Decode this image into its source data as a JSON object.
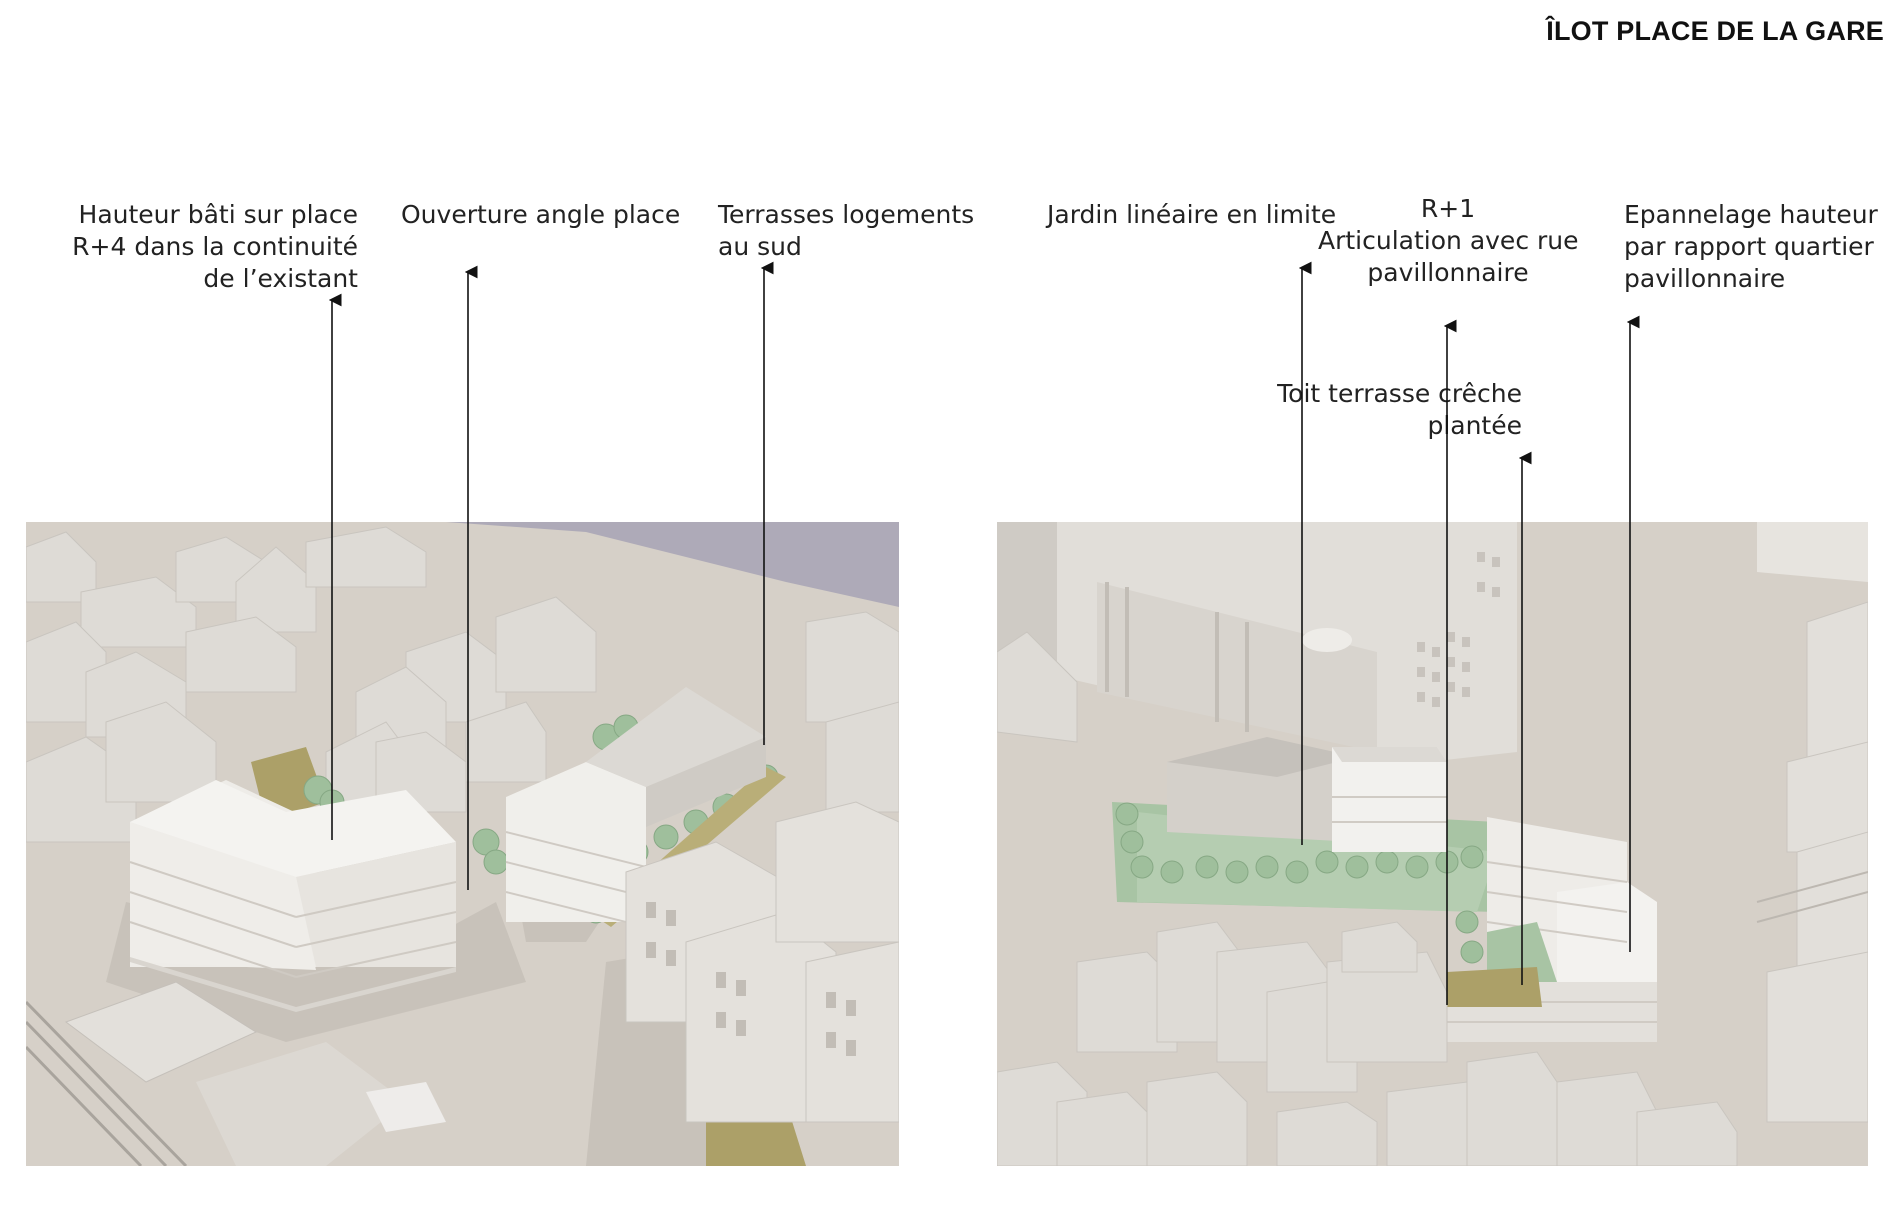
{
  "title": "ÎLOT PLACE DE LA GARE",
  "annotations": [
    {
      "id": "hauteur",
      "lines": [
        "Hauteur bâti sur place",
        "R+4 dans la continuité",
        "de l’existant"
      ]
    },
    {
      "id": "ouverture",
      "lines": [
        "Ouverture angle place"
      ]
    },
    {
      "id": "terrasses",
      "lines": [
        "Terrasses logements",
        "au sud"
      ]
    },
    {
      "id": "jardin",
      "lines": [
        "Jardin linéaire en limite"
      ]
    },
    {
      "id": "articulation",
      "lines": [
        "R+1",
        "Articulation avec rue",
        "pavillonnaire"
      ]
    },
    {
      "id": "epannelage",
      "lines": [
        "Epannelage hauteur",
        "par rapport quartier",
        "pavillonnaire"
      ]
    },
    {
      "id": "toit",
      "lines": [
        "Toit terrasse crêche",
        "plantée"
      ]
    }
  ],
  "colors": {
    "ground": "#d6d0c8",
    "sky": "#aeaab8",
    "building_light": "#f2f1ee",
    "building_mid": "#dedbd6",
    "building_shadow": "#c4c0bb",
    "trees": "#9fbf9c",
    "roof_olive": "#aca068",
    "leader": "#111111"
  }
}
